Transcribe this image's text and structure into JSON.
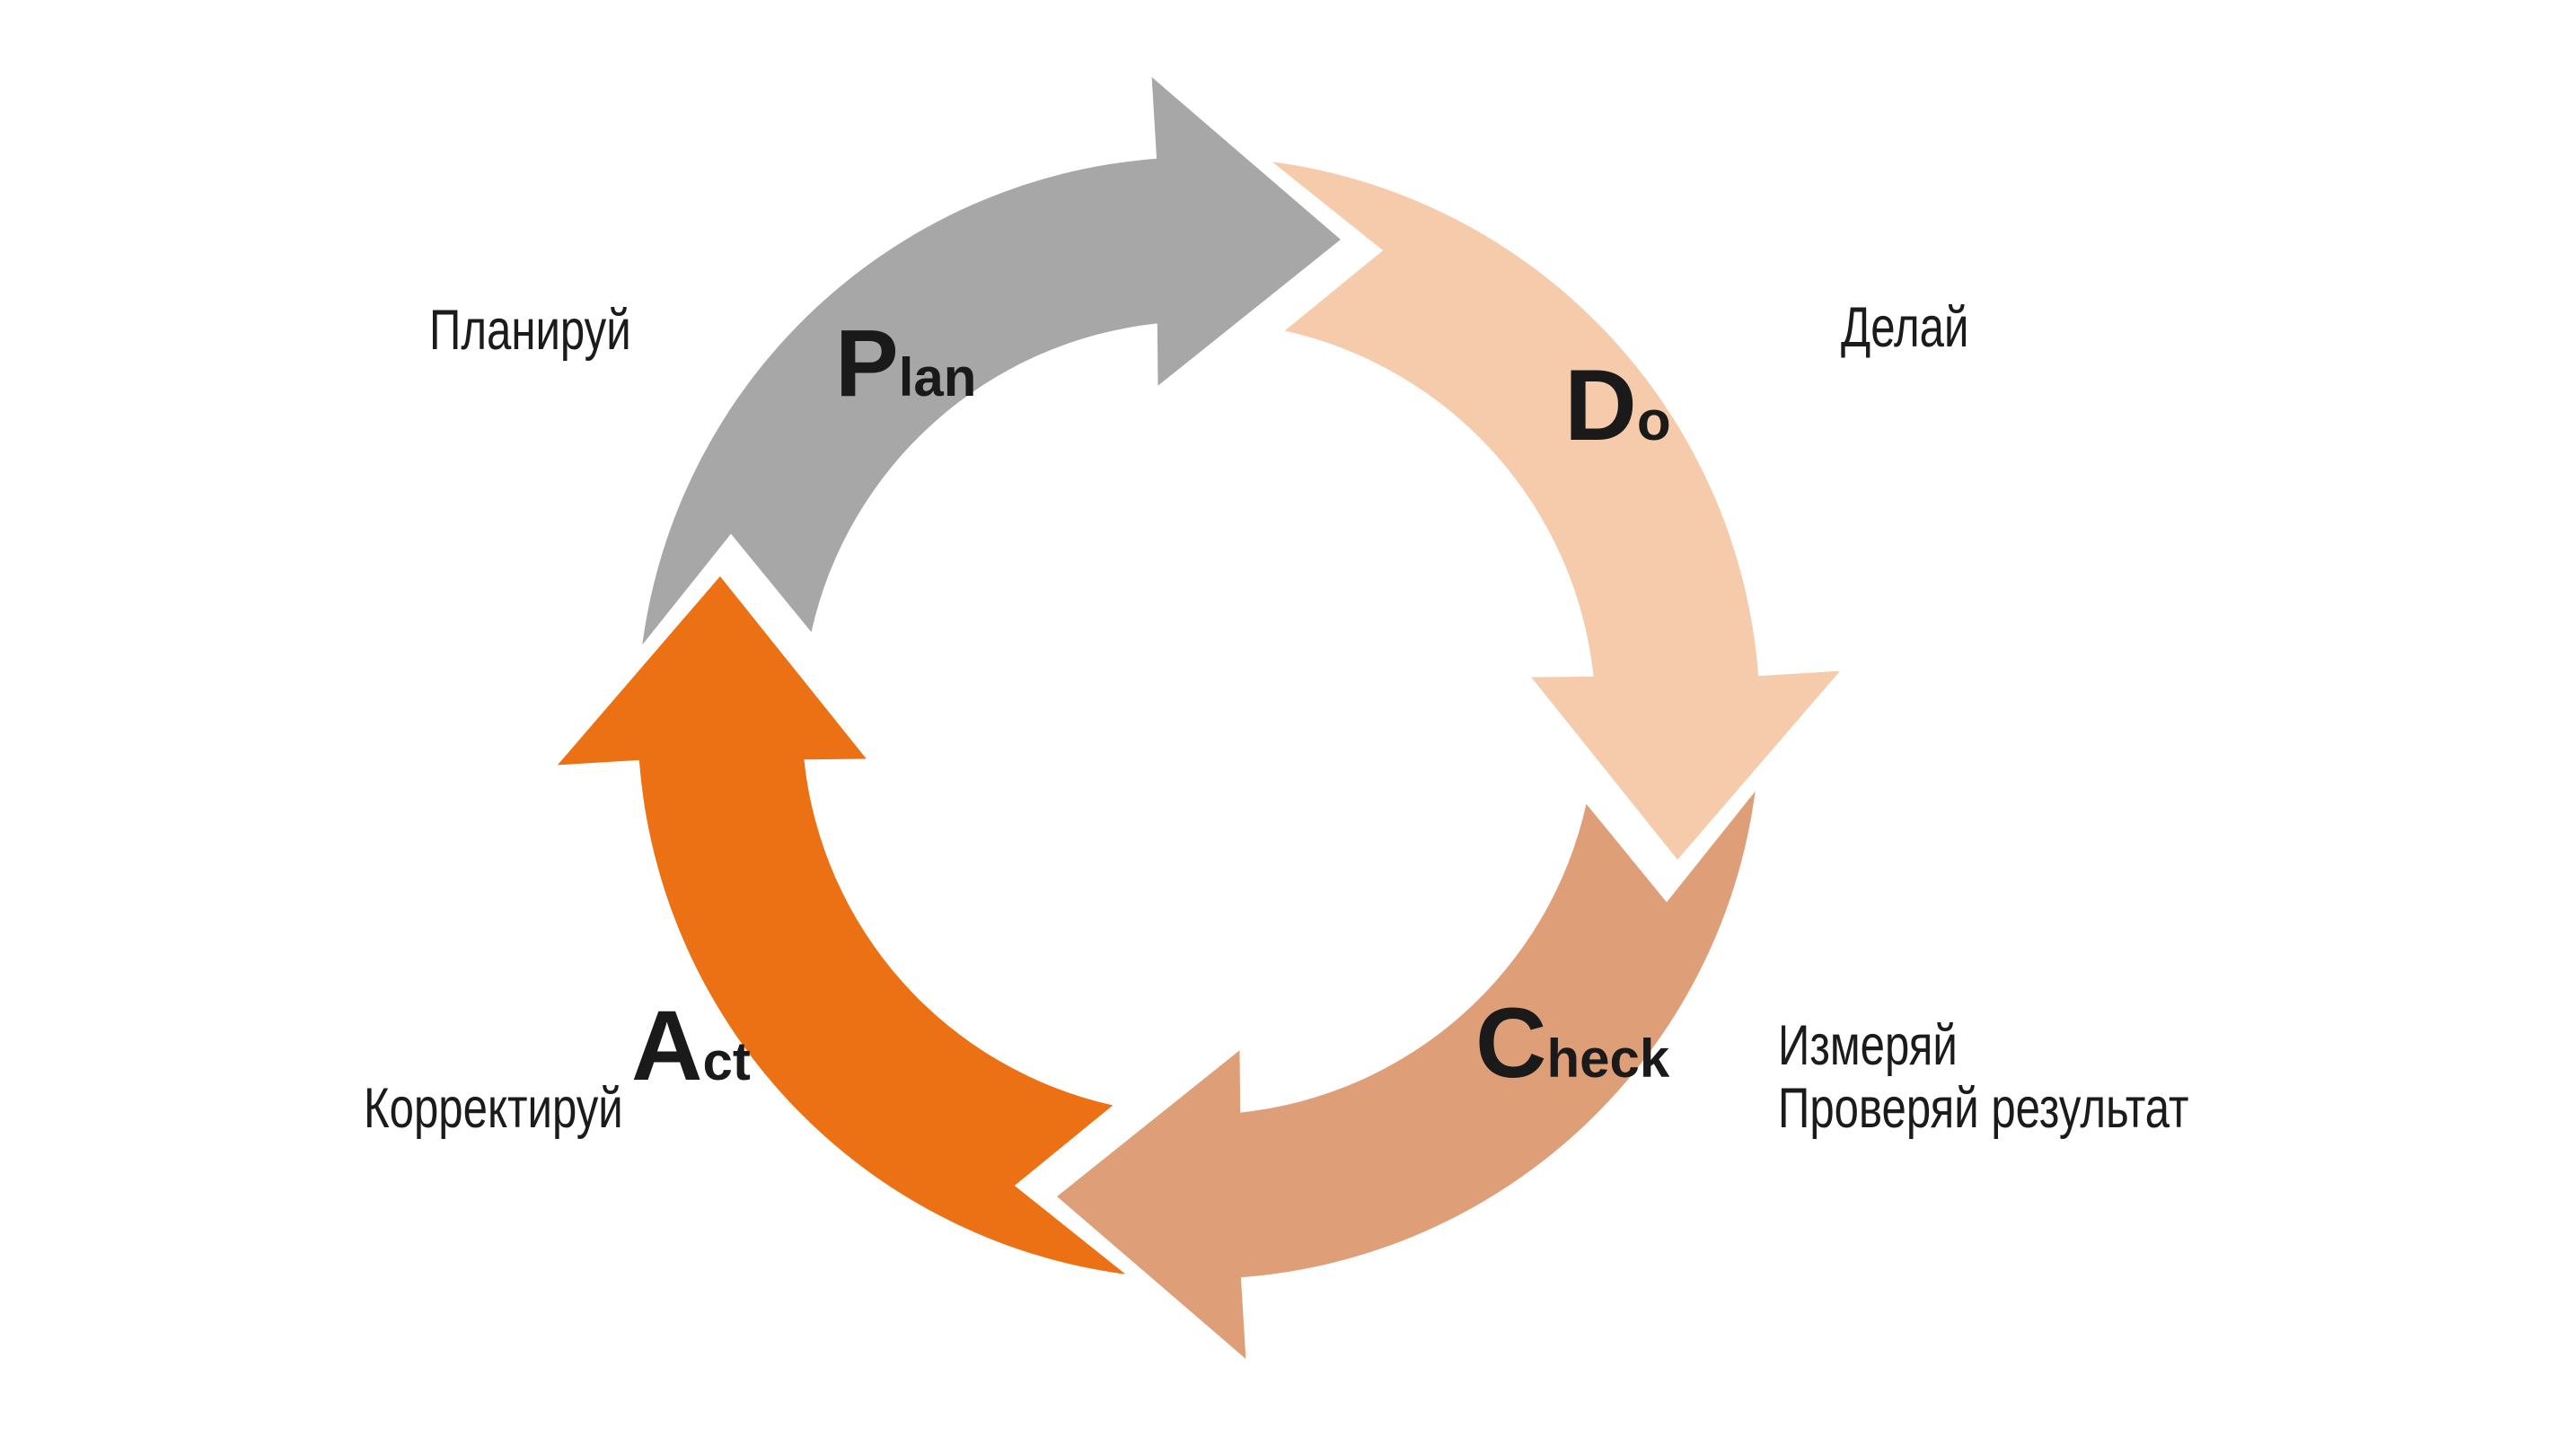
{
  "diagram": {
    "type": "pdca-cycle",
    "background": "#ffffff",
    "text_color": "#1a1a1a",
    "rotation": "clockwise"
  },
  "colors": {
    "plan": "#a7a7a7",
    "do": "#f5cbac",
    "check": "#de9f78",
    "act": "#ec7014"
  },
  "segments": [
    {
      "key": "plan",
      "letter_big": "P",
      "letter_rest": "lan",
      "ru_label": "Планируй"
    },
    {
      "key": "do",
      "letter_big": "D",
      "letter_rest": "o",
      "ru_label": "Делай"
    },
    {
      "key": "check",
      "letter_big": "C",
      "letter_rest": "heck",
      "ru_label": "Измеряй",
      "ru_label_line2": "Проверяй результат"
    },
    {
      "key": "act",
      "letter_big": "A",
      "letter_rest": "ct",
      "ru_label": "Корректируй"
    }
  ]
}
